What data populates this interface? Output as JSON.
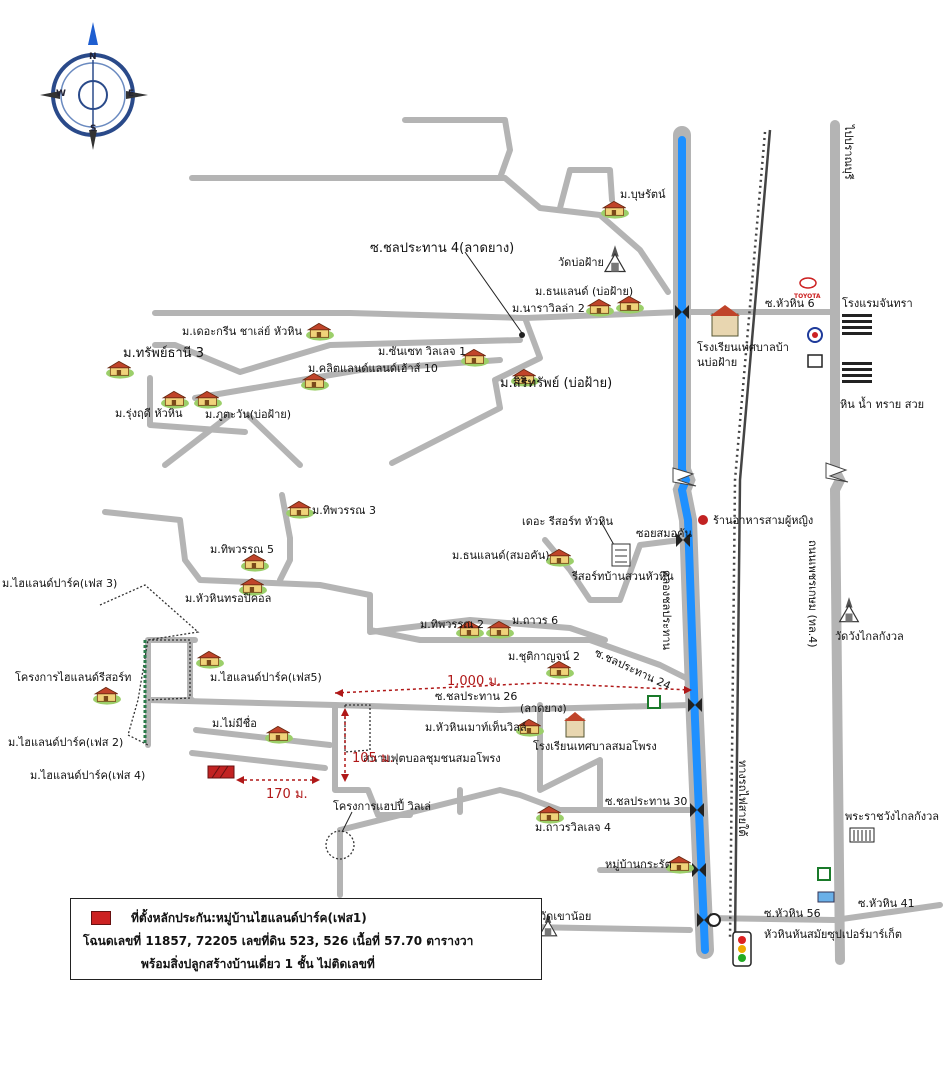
{
  "compass": {
    "n": "N",
    "s": "S",
    "e": "E",
    "w": "W"
  },
  "roads": {
    "cholprathan4": "ซ.ชลประทาน 4(ลาดยาง)",
    "huahin6": "ซ.หัวหิน 6",
    "soisomkhan": "ซอยสมอคัน",
    "cholprathan24": "ซ.ชลประทาน 24",
    "cholprathan26": "ซ.ชลประทาน 26",
    "paved": "(ลาดยาง)",
    "cholprathan30": "ซ.ชลประทาน 30",
    "huahin56": "ซ.หัวหิน 56",
    "huahin41": "ซ.หัวหิน 41",
    "canal": "คลองชลประทาน",
    "railway": "ทางรถไฟสายใต้",
    "highway": "ถนนเพชรเกษม (ทล.4)",
    "toPranburi": "ไปปราณบุรี"
  },
  "places": {
    "m_bussarat": "ม.บุษรัตน์",
    "wat_bo_fai": "วัดบ่อฝ้าย",
    "m_thonland_bofai": "ม.ธนแลนด์ (บ่อฝ้าย)",
    "m_narawila2": "ม.นาราวิลล่า 2",
    "toyota": "TOYOTA",
    "hotel_jantra": "โรงแรมจันทรา",
    "school_bofai_1": "โรงเรียนเทศบาลบ้า",
    "school_bofai_2": "นบ่อฝ้าย",
    "hin_nam_sai": "หิน น้ำ ทราย สวย",
    "m_lacrin": "ม.เดอะกรีน ชาเล่ย์ หัวหิน",
    "m_sapthani3": "ม.ทรัพย์ธานี 3",
    "m_sunset": "ม.ซันเซท วิลเลจ 1",
    "m_castle": "ม.คลิตแลนด์แลนด์เฮ้าส์ 10",
    "m_sirisap": "ม.สิริทรัพย์ (บ่อฝ้าย)",
    "m_rungrudee": "ม.รุ่งฤดี หัวหิน",
    "m_phukaew": "ม.ภูตะวัน(บ่อฝ้าย)",
    "m_thipawan3": "ม.ทิพวรรณ 3",
    "resort_huahin": "เดอะ รีสอร์ท หัวหิน",
    "restaurant": "ร้านอาหารสามผู้หญิง",
    "m_thipawan5": "ม.ทิพวรรณ 5",
    "m_thonland_smk": "ม.ธนแลนด์(สมอคัน)",
    "resort_suan": "รีสอร์ทบ้านสวนหัวหิน",
    "m_highland3": "ม.ไฮแลนด์ปาร์ค(เฟส 3)",
    "m_huahin_tropical": "ม.หัวหินทรอปิคอล",
    "m_thipawan2": "ม.ทิพวรรณ 2",
    "m_thawon6": "ม.ถาวร 6",
    "m_chutikan2": "ม.ชุติกาญจน์ 2",
    "highland_resort": "โครงการไฮแลนด์รีสอร์ท",
    "m_highland5": "ม.ไฮแลนด์ปาร์ค(เฟส5)",
    "m_mai_mee_chue": "ม.ไม่มีชื่อ",
    "m_highland2": "ม.ไฮแลนด์ปาร์ค(เฟส 2)",
    "m_highland4": "ม.ไฮแลนด์ปาร์ค(เฟส 4)",
    "m_huahin_mountain": "ม.หัวหินเมาท์เท็นวิลล์",
    "school_smk": "โรงเรียนเทศบาลสมอโพรง",
    "football": "สนามฟุตบอลชุมชนสมอโพรง",
    "happy_village": "โครงการแฮปปี้ วิลเล่",
    "m_thawon_village4": "ม.ถาวรวิลเลจ 4",
    "m_krarat": "หมู่บ้านกระรัต",
    "wat_wang": "วัดวังไกลกังวล",
    "palace": "พระราชวังไกลกังวล",
    "wat_khao_noi": "วัดเขาน้อย",
    "market": "หัวหินหันสมัยซุปเปอร์มาร์เก็ต"
  },
  "distances": {
    "d1000": "1,000 ม.",
    "d105": "105 ม.",
    "d170": "170 ม."
  },
  "legend": {
    "line1": "ที่ตั้งหลักประกัน:หมู่บ้านไฮแลนด์ปาร์ค(เฟส1)",
    "line2": "โฉนดเลขที่ 11857, 72205 เลขที่ดิน 523, 526 เนื้อที่ 57.70 ตารางวา",
    "line3": "พร้อมสิ่งปลูกสร้างบ้านเดี่ยว 1 ชั้น ไม่ติดเลขที่"
  },
  "colors": {
    "road": "#b4b4b4",
    "canal": "#1e90ff",
    "railway": "#444444",
    "house": "#e8c26a",
    "marker": "#c22222",
    "dist": "#b01818"
  }
}
